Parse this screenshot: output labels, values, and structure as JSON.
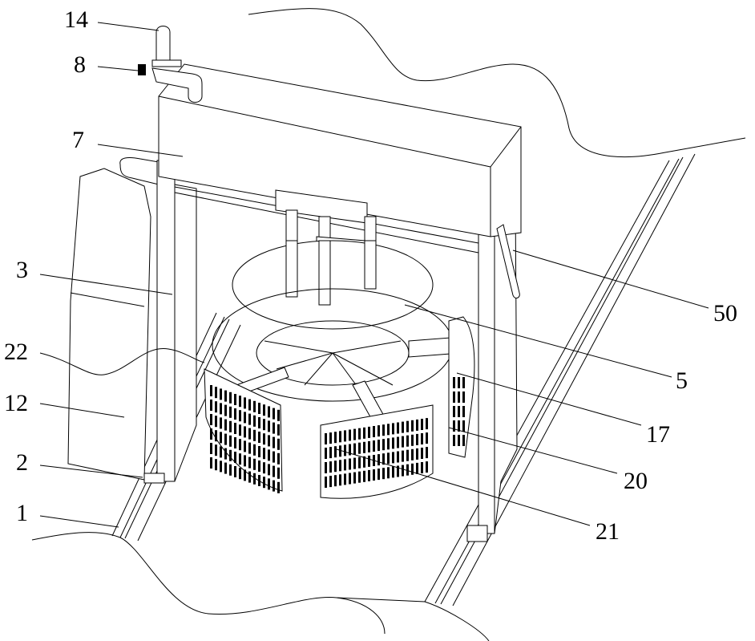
{
  "figure": {
    "labels": [
      {
        "id": "14",
        "text": "14"
      },
      {
        "id": "8",
        "text": "8"
      },
      {
        "id": "7",
        "text": "7"
      },
      {
        "id": "3",
        "text": "3"
      },
      {
        "id": "22",
        "text": "22"
      },
      {
        "id": "12",
        "text": "12"
      },
      {
        "id": "2",
        "text": "2"
      },
      {
        "id": "1",
        "text": "1"
      },
      {
        "id": "50",
        "text": "50"
      },
      {
        "id": "5",
        "text": "5"
      },
      {
        "id": "17",
        "text": "17"
      },
      {
        "id": "20",
        "text": "20"
      },
      {
        "id": "21",
        "text": "21"
      }
    ]
  }
}
